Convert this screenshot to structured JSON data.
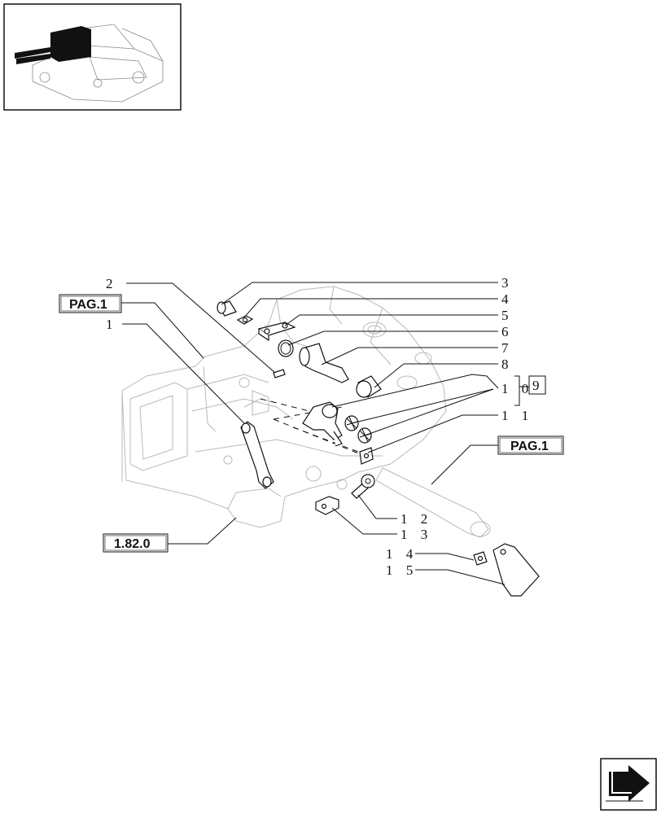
{
  "callouts": {
    "c1": "1",
    "c2": "2",
    "c3": "3",
    "c4": "4",
    "c5": "5",
    "c6": "6",
    "c7": "7",
    "c8": "8",
    "c10": "1 0",
    "c11": "1 1",
    "c12": "1 2",
    "c13": "1 3",
    "c14": "1 4",
    "c15": "1 5"
  },
  "box_ref": "9",
  "refs": {
    "pag_left": "PAG.1",
    "pag_right": "PAG.1",
    "section": "1.82.0"
  },
  "icons": {
    "thumbnail": "assembly-thumbnail-icon",
    "nav": "next-page-arrow-icon"
  }
}
